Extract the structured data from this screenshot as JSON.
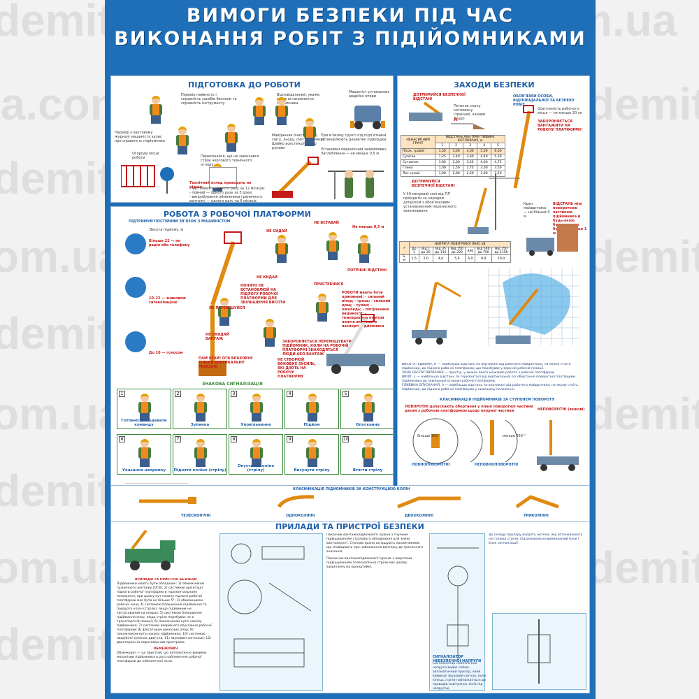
{
  "watermark": "demita.com.ua",
  "watermark_partial": "om.ua",
  "watermark_partial2": "demita.c",
  "title": {
    "line1": "ВИМОГИ БЕЗПЕКИ ПІД ЧАС",
    "line2": "ВИКОНАННЯ РОБІТ З ПІДІЙОМНИКАМИ"
  },
  "sections": {
    "prep": "ПІДГОТОВКА ДО РОБОТИ",
    "platform": "РОБОТА З РОБОЧОЇ ПЛАТФОРМИ",
    "measures": "ЗАХОДИ БЕЗПЕКИ",
    "devices": "ПРИЛАДИ ТА ПРИСТРОЇ БЕЗПЕКИ"
  },
  "prep_captions": {
    "c1": "Перевір наявність і справність засобів безпеки та справність інструменту",
    "c2": "Відповідальний, укажи місце встановлення підйомника",
    "c3": "Перевір у вахтовому журналі машиніста запис про справність підйомника",
    "c4": "Майданчик очистити від снігу, льоду, сміття, каміння. Шейко асистенції відбір рукави",
    "c5": "Огороди місце роботи",
    "c6": "Переконайся, що не закінчився строк чергового технічного огляду",
    "c7": "При м'якому грунті під підп'ятники установлюють дерев'яні підкладки",
    "c8": "Машиніст установлює аварійні опори",
    "c9": "Установки переносний заземлювач. Заглиблення — не менше 0,5 м",
    "c10": "Технічний огляд проводять не рідше:",
    "c11": "- частковий — одного разу за 12 місяців;",
    "c12": "- повний — одного разу за 3 роки;",
    "c13": "- випробування обмежника граничного вантажу — одного разу на 6 місяців"
  },
  "platform_captions": {
    "c1": "ПІДТРИМУЙ ПОСТІЙНИЙ ЗВ'ЯЗОК З МАШИНІСТОМ",
    "c2": "Висота підйому, м",
    "c3": "Більше 22 — по радіо або телефону",
    "c4": "10–22 — знаковою сигналізацією",
    "c5": "До 10 — голосом",
    "c6": "НЕ СИДАЙ",
    "c7": "НЕ ВСТАВАЙ",
    "c8": "Не менше 0,5 м",
    "c9": "НЕ КИДАЙ",
    "c10": "ПРИСТЕБНИСЯ",
    "c11": "ПОТРІБНІ ВІДСТАНІ",
    "c12": "НЕ ПЕРЕВІШУЙСЯ",
    "c13": "НЕ СКИДАЙ ВАНТАЖ",
    "c14": "ПОНЯТО НЕ ВСТАНОВЛЮЙ НА ПІДЛОГУ РОБОЧОЇ ПЛАТФОРМИ ДЛЯ ЗБІЛЬШЕННЯ ВИСОТИ",
    "c15": "РОБОТИ мають бути припинені: - сильний вітер; - гроза; - сильний дощ; - туман; - ожеледь; - погіршення видимості; - температура повітря нижче вказаної в паспорті підйомника",
    "c16": "ЗАБОРОНЯЄТЬСЯ ПЕРЕМІЩУВАТИ ПІДЙОМНИК, КОЛИ НА РОБОЧІЙ ПЛАТФОРМІ ЗНАХОДЯТЬСЯ ЛЮДИ АБО ВАНТАЖ",
    "c17": "ПАМ'ЯТАЙ! ОГВ ВРАХОВУЄ ТІЛЬКИ ВЕРТИКАЛЬНУ РЕАКЦІЮ",
    "c18": "НЕ СТВОРЮЙ БОКОВИХ ЗУСИЛЬ, ЯКІ ДІЮТЬ НА РОБОЧУ ПЛАТФОРМУ"
  },
  "signals": {
    "title": "ЗНАКОВА СИГНАЛІЗАЦІЯ",
    "items": [
      {
        "n": "1",
        "label": "Готовність подавати команду"
      },
      {
        "n": "2",
        "label": "Зупинка"
      },
      {
        "n": "3",
        "label": "Уповільнення"
      },
      {
        "n": "4",
        "label": "Підйом"
      },
      {
        "n": "5",
        "label": "Опускання"
      },
      {
        "n": "6",
        "label": "Указання напрямку"
      },
      {
        "n": "7",
        "label": "Підняти коліно (стрілу)"
      },
      {
        "n": "8",
        "label": "Опустити коліно (стрілу)"
      },
      {
        "n": "9",
        "label": "Висунути стрілу"
      },
      {
        "n": "10",
        "label": "Втягти стрілу"
      }
    ]
  },
  "measures_captions": {
    "c1": "ДОТРИМУЙСЯ БЕЗПЕЧНОЇ ВІДСТАНІ",
    "c2": "Початок схилу котловану (траншеї, канави тощо)",
    "c3": "ОБОВ'ЯЗКИ ОСОБИ, ВІДПОВІДАЛЬНОЇ ЗА БЕЗПЕКУ РОБІТ",
    "c4": "Освітленість робочого місця — не менше 20 лк",
    "c5": "ЗАБОРОНЯЄТЬСЯ ВАНТАЖИТИ НА РОБОЧУ ПЛАТФОРМУ:",
    "c6": "ДОТРИМУЙСЯ БЕЗПЕЧНОЇ ВІДСТАНІ",
    "c7": "У 40-метровій зоні від ПЛ проїздити за нарядом допуском з обов'язковим установленням переносного заземлювача",
    "c8": "ВІДСТАНЬ між поворотною частиною підйомника й будь-якою будовою має бути не менше 1 м",
    "c9": "Кран майданчика — не більше 0 м",
    "c10": "ВИСОТА ПІДЙОМУ, Н — найбільша відстань по вертикалі від робочого майданчика, на якому стоїть підйомник, до підлоги робочої платформи, що перебуває у верхній робочій позиції.",
    "c11": "ЗОНА ОБСЛУГОВУВАННЯ — простір, у межах якого можливе робота з робочої платформи.",
    "c12": "ВИЛІТ, L — найбільша відстань по горизонталі від вертикальної осі обертання поворотної платформи підйомника до зовнішньої огорожі робочої платформи.",
    "c13": "ГЛИБИНА ОПУСКАННЯ, h — найбільша відстань по вертикалі від робочого майданчика, на якому стоїть підйомник, до підлоги робочої платформи у нижньому положенні."
  },
  "slope_table": {
    "header": [
      "НЕНАСИПНИЙ ГРУНТ",
      "ВІДСТАНЬ А(м) ПРИ ГЛИБИНІ КОТЛОВАНУ, м"
    ],
    "depths": [
      "1",
      "2",
      "3",
      "4",
      "5"
    ],
    "rows": [
      {
        "name": "Пісок, гравій",
        "v": [
          "1,50",
          "3,00",
          "4,00",
          "5,00",
          "6,00"
        ]
      },
      {
        "name": "Супісок",
        "v": [
          "1,25",
          "2,40",
          "3,60",
          "4,40",
          "5,30"
        ]
      },
      {
        "name": "Суглинок",
        "v": [
          "1,00",
          "2,00",
          "3,25",
          "4,00",
          "4,75"
        ]
      },
      {
        "name": "Глина",
        "v": [
          "1,00",
          "1,50",
          "1,75",
          "3,00",
          "3,50"
        ]
      },
      {
        "name": "Лес сухий",
        "v": [
          "1,00",
          "2,00",
          "2,50",
          "3,00",
          "3,50"
        ]
      }
    ]
  },
  "voltage_table": {
    "header": [
      "НАПРУГА ПОВІТРЯНОЇ ЛІНІЇ, кВ"
    ],
    "cols": [
      "До 1",
      "Від 1 до 20",
      "Від 35 до 110",
      "Від 150 до 220",
      "330",
      "Від 500 до 750",
      "Від 750 до 1150"
    ],
    "label": "S, м",
    "values": [
      "1,5",
      "2,0",
      "4,0",
      "5,0",
      "6,0",
      "9,0",
      "10,0"
    ]
  },
  "classification": {
    "by_rotation": "КЛАСИФІКАЦІЯ ПІДЙОМНИКІВ ЗА СТУПЕНЕМ ПОВОРОТУ",
    "rotation_note": "ПОВОРОТНІ допускають обертання у плані поворотної частини разом з робочою платформою щодо опорної частини",
    "full": "ПОВНОПОВОРОТНІ",
    "partial": "НЕПОВНОПОВОРОТНІ",
    "non": "НЕПОВОРОТНІ (вежові)",
    "more360": "більше 360 °",
    "less360": "менше 360 °",
    "by_boom": "КЛАСИФІКАЦІЯ ПІДЙОМНИКІВ ЗА КОНСТРУКЦІЄЮ КОЛІН",
    "tele": "ТЕЛЕСКОПІЧНІ",
    "one": "ОДНОКОЛІННІ",
    "two": "ДВОХКОЛІННІ",
    "three": "ТРИКОЛІННІ"
  },
  "devices_text": {
    "list_title": "ПРИЛАДИ ТА ПРИСТРОЇ БЕЗПЕКИ",
    "list": "Підйомники мають бути обладнані: 1) обмежником граничного вантажу (ОГВ); 2) системою орієнтації підлоги робочої платформи в горизонтальному положенні, при цьому кут нахилу підлоги робочої платформи має бути не більше 5°; 3) обмежником робочої зони; 4) системою блокування підіймання та повороту колін (стріли), якщо підйомник не застосований на опорах; 5) системою блокування підіймання опор, якщо стріла перебуває не в транспортній позиції; 6) покажчиком кута нахилу підйомника; 7) системою аварійного опускання робочої платформи; 8) фіксатором виносних опор; 9) покажчиком кута нахилу підйомника; 10) системою аварійної зупинки двигуна; 11) звуковим сигналом; 12) двостороннім переговорним пристроєм.",
    "limiter_title": "ОБМЕЖУВАЧ",
    "limiter": "Обмежувач — це пристрій, що автоматично вимикає механізми підйомника в разі наближення робочої платформи до небезпечної зони.",
    "col2": "Показчик вантажопідйомності кранів з гнучким підвішуванням стрілового обладнання для зміни вантажності. Стрілові крани оснащують покажчиками, що сповіщають про наближення вантажу до граничного значення.",
    "col2b": "Покажчик вантажопідйомності кранів з жорстким підвішуванням телескопічної стріли має шкалу, закріплену на кронштейні.",
    "signal_title": "СИГНАЛІЗАТОР НЕБЕЗПЕЧНОЇ НАПРУГИ",
    "col3": "До складу приладу входять антена, яку встановлюють на головці стріли, підсилювально-вимикаючий блок і блок сигналізації.",
    "col3b": "Сигналізатор небезпечної напруги видає собою автоматичний прилад, який вимикає звуковий сигнал, коли кінець стріли наближається до проводів повітряних ліній під напругою."
  },
  "colors": {
    "poster_blue": "#1f6fb8",
    "accent_orange": "#e08a10",
    "title_text": "#ffffff",
    "heading_blue": "#1f5fa8",
    "warning_red": "#c41a1a"
  }
}
